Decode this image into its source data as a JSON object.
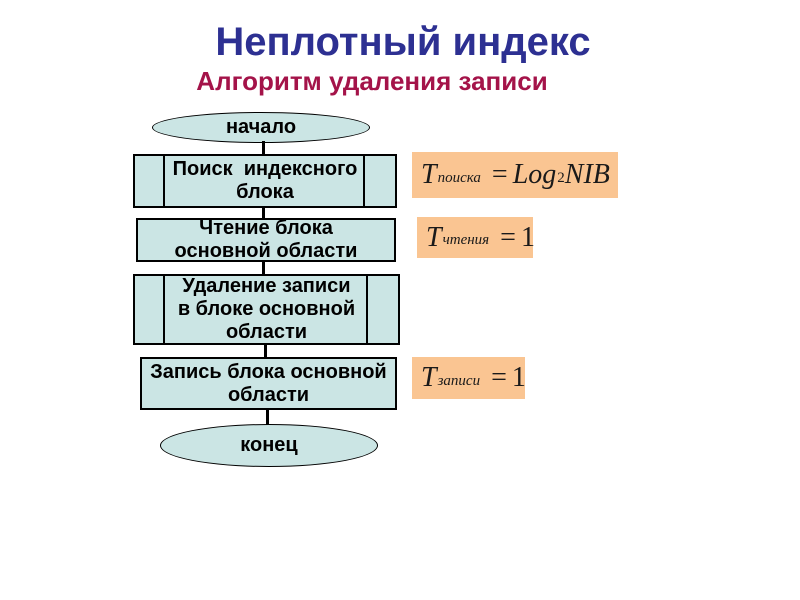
{
  "slide": {
    "title": "Неплотный индекс",
    "subtitle": "Алгоритм удаления записи",
    "colors": {
      "title_text": "#2d3092",
      "subtitle_text": "#a41349",
      "shape_fill": "#cbe5e4",
      "shape_border": "#000000",
      "formula_background": "#fac592",
      "background": "#ffffff"
    }
  },
  "flowchart": {
    "nodes": [
      {
        "id": "start",
        "type": "terminator",
        "label": "начало"
      },
      {
        "id": "search",
        "type": "predefined-process",
        "label": "Поиск  индексного\nблока"
      },
      {
        "id": "read",
        "type": "process",
        "label": "Чтение блока\nосновной области"
      },
      {
        "id": "delete",
        "type": "predefined-process",
        "label": "Удаление записи\nв блоке основной\nобласти"
      },
      {
        "id": "write",
        "type": "process",
        "label": "Запись блока основной\nобласти"
      },
      {
        "id": "end",
        "type": "terminator",
        "label": "конец"
      }
    ]
  },
  "formulas": [
    {
      "id": "search-time",
      "base": "T",
      "sub": "поиска",
      "eq": "=",
      "rhs": "Log",
      "rhs_sub": "2",
      "rhs_tail": "NIB"
    },
    {
      "id": "read-time",
      "base": "T",
      "sub": "чтения",
      "eq": "=",
      "rhs": "1",
      "rhs_sub": "",
      "rhs_tail": ""
    },
    {
      "id": "write-time",
      "base": "T",
      "sub": "записи",
      "eq": "=",
      "rhs": "1",
      "rhs_sub": "",
      "rhs_tail": ""
    }
  ]
}
